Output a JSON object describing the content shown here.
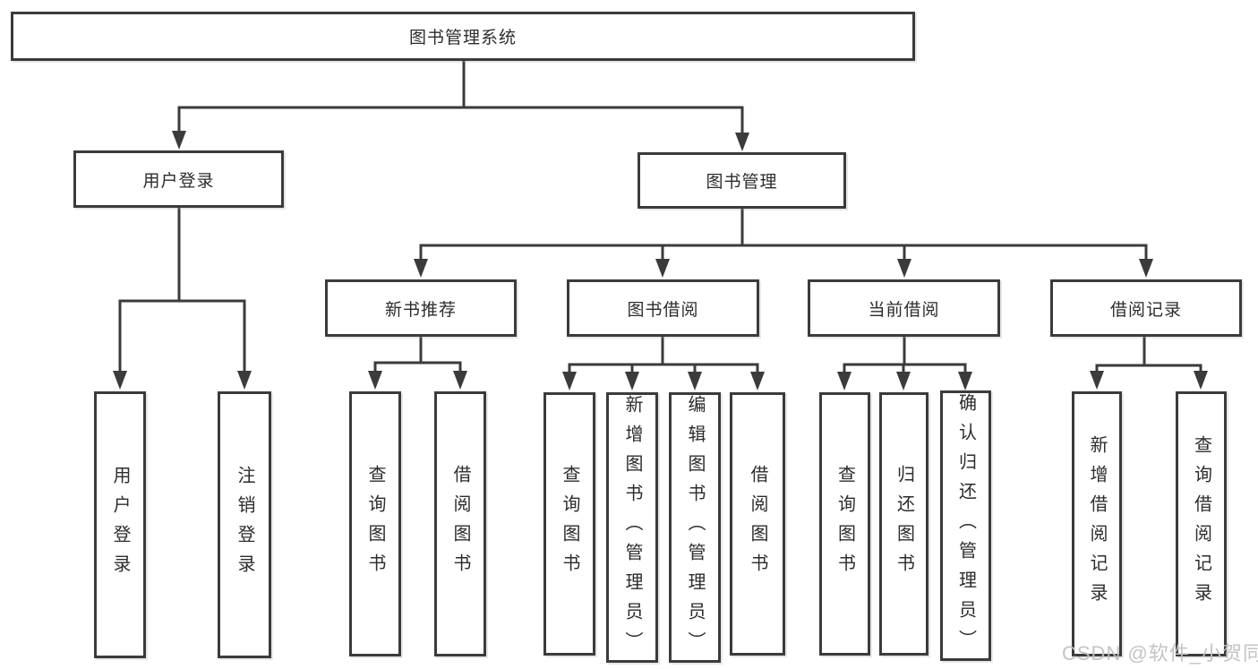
{
  "title": "图书管理系统",
  "watermark": "CSDN @软件_小贺同学",
  "colors": {
    "line": "#3b3b3b",
    "text": "#2c2c2c",
    "background": "#ffffff",
    "watermark": "#c2c1c1"
  },
  "tree": {
    "root": {
      "label": "图书管理系统"
    },
    "children": [
      {
        "label": "用户登录",
        "children": [
          {
            "label": "用户登录"
          },
          {
            "label": "注销登录"
          }
        ]
      },
      {
        "label": "图书管理",
        "children": [
          {
            "label": "新书推荐",
            "children": [
              {
                "label": "查询图书"
              },
              {
                "label": "借阅图书"
              }
            ]
          },
          {
            "label": "图书借阅",
            "children": [
              {
                "label": "查询图书"
              },
              {
                "label": "新增图书（管理员）"
              },
              {
                "label": "编辑图书（管理员）"
              },
              {
                "label": "借阅图书"
              }
            ]
          },
          {
            "label": "当前借阅",
            "children": [
              {
                "label": "查询图书"
              },
              {
                "label": "归还图书"
              },
              {
                "label": "确认归还（管理员）"
              }
            ]
          },
          {
            "label": "借阅记录",
            "children": [
              {
                "label": "新增借阅记录"
              },
              {
                "label": "查询借阅记录"
              }
            ]
          }
        ]
      }
    ]
  }
}
